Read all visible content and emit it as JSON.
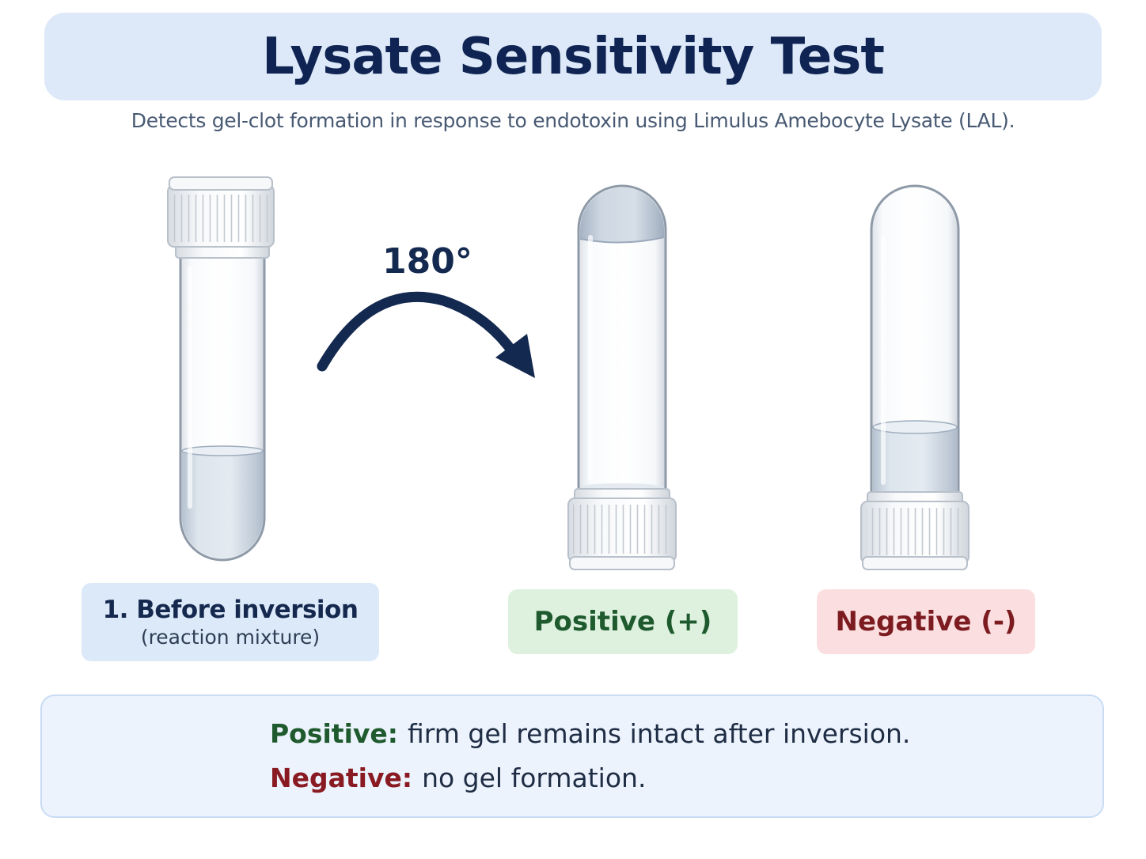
{
  "header": {
    "title": "Lysate Sensitivity Test",
    "subtitle": "Detects gel-clot formation in response to endotoxin using Limulus Amebocyte Lysate (LAL)."
  },
  "rotation": {
    "label": "180°",
    "arrow_color": "#14294f"
  },
  "tubes": [
    {
      "id": "before",
      "label": "1. Before inversion",
      "sublabel": "(reaction mixture)",
      "orientation": "upright"
    },
    {
      "id": "positive",
      "label": "Positive (+)",
      "orientation": "inverted",
      "content": "gel-at-top"
    },
    {
      "id": "negative",
      "label": "Negative (-)",
      "orientation": "inverted",
      "content": "liquid-at-bottom"
    }
  ],
  "results": {
    "positive_key": "Positive:",
    "positive_text": "firm gel remains intact after inversion.",
    "negative_key": "Negative:",
    "negative_text": "no gel formation."
  },
  "colors": {
    "title_bg": "#dde9f9",
    "positive_green": "#1e5a2d",
    "negative_red": "#8a1a22",
    "positive_bg": "#ddf1de",
    "negative_bg": "#fbdfe0"
  }
}
